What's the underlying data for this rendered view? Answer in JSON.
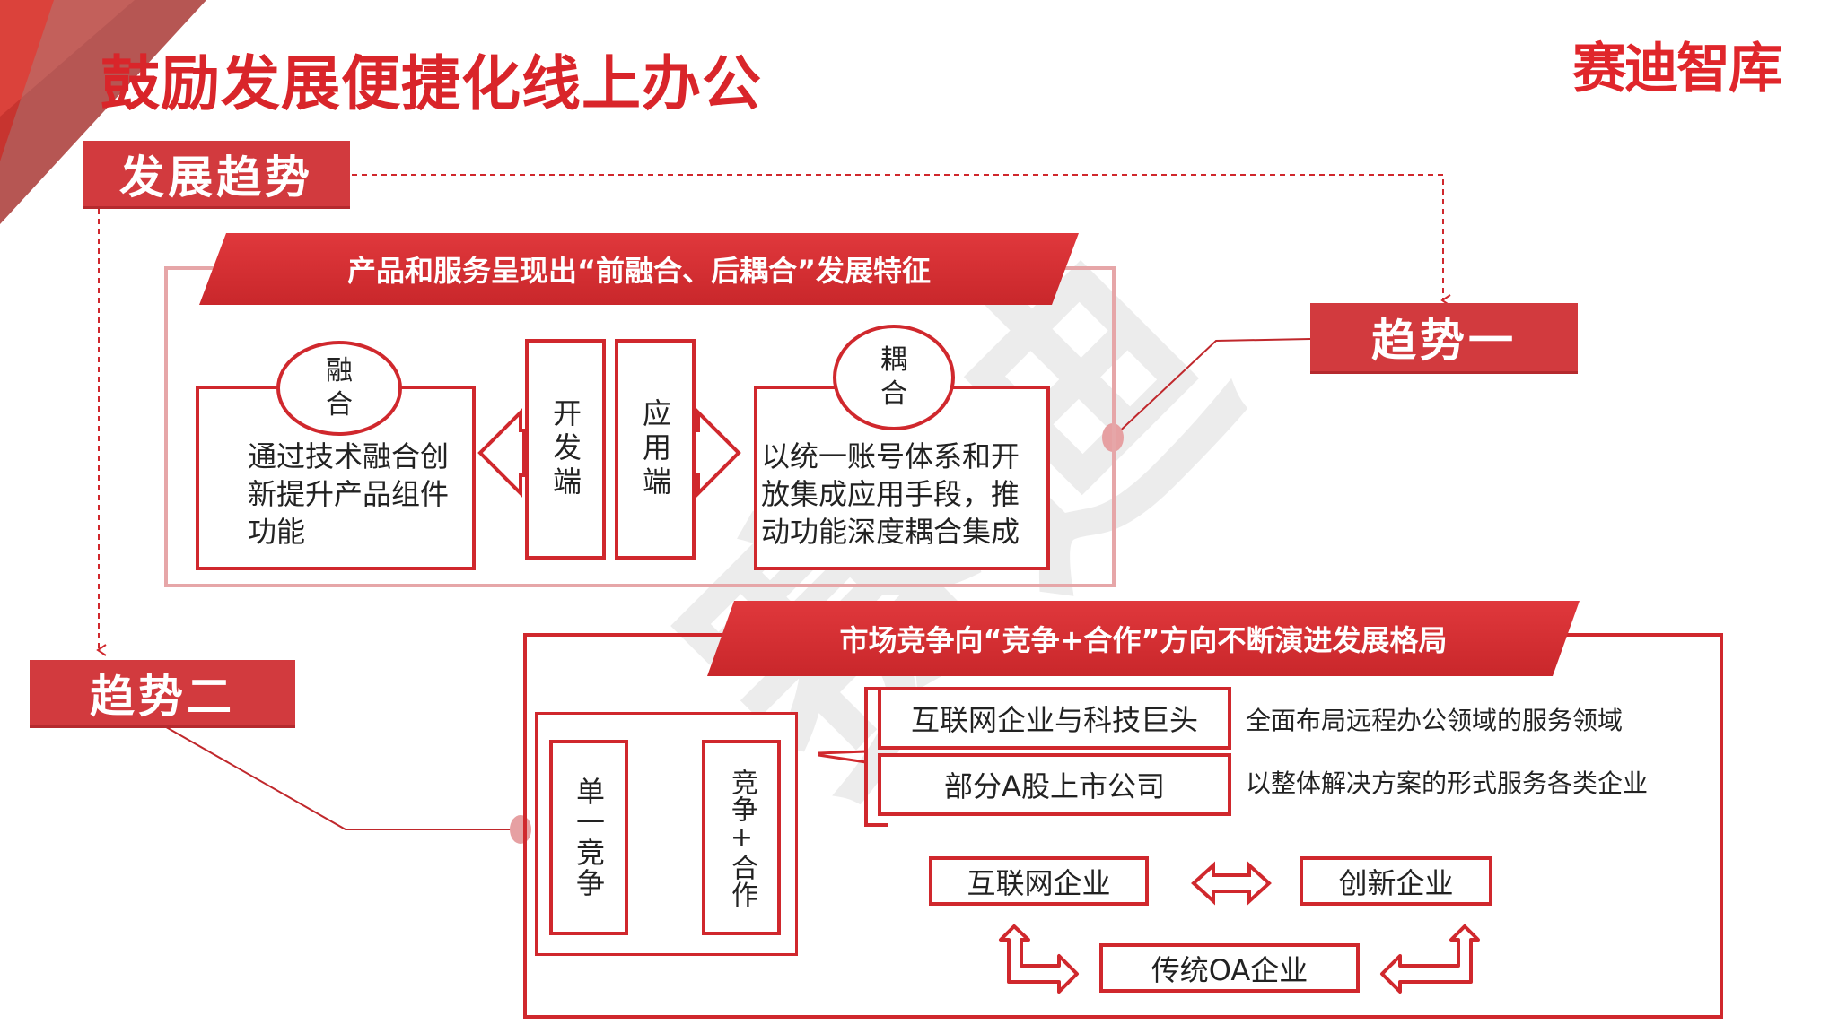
{
  "title": "鼓励发展便捷化线上办公",
  "logo": "赛迪智库",
  "watermark": "赛迪",
  "trends": {
    "main_label": "发展趋势",
    "trend1_label": "趋势一",
    "trend2_label": "趋势二"
  },
  "trend1": {
    "banner": "产品和服务呈现出“前融合、后耦合”发展特征",
    "fusion": {
      "circle": "融合",
      "text": "通过技术融合创新提升产品组件功能"
    },
    "dev_side": "开发端",
    "app_side": "应用端",
    "coupling": {
      "circle": "耦合",
      "text": "以统一账号体系和开放集成应用手段，推动功能深度耦合集成"
    }
  },
  "trend2": {
    "banner": "市场竞争向“竞争+合作”方向不断演进发展格局",
    "single": "单一竞争",
    "coop": "竞争+合作",
    "players": [
      {
        "name": "互联网企业与科技巨头",
        "desc": "全面布局远程办公领域的服务领域"
      },
      {
        "name": "部分A股上市公司",
        "desc": "以整体解决方案的形式服务各类企业"
      }
    ],
    "ecosystem": {
      "internet": "互联网企业",
      "innovation": "创新企业",
      "traditional": "传统OA企业"
    }
  },
  "colors": {
    "accent": "#d9252a",
    "label_bg": "#d23a3e",
    "frame_light": "#e6a6a8"
  }
}
